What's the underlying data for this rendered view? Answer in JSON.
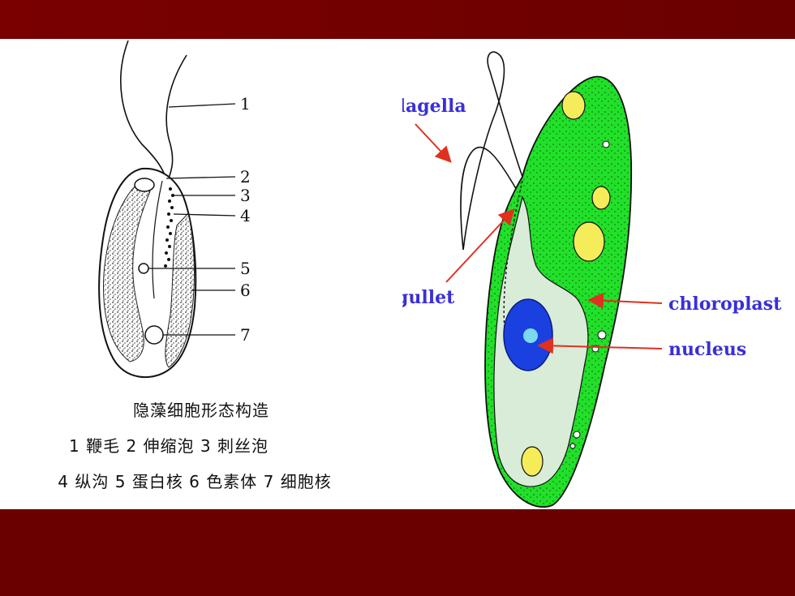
{
  "left_diagram": {
    "labels": [
      "1",
      "2",
      "3",
      "4",
      "5",
      "6",
      "7"
    ],
    "caption_title": "隐藻细胞形态构造",
    "caption_line2": "1 鞭毛 2 伸缩泡 3 刺丝泡",
    "caption_line3": "4 纵沟 5 蛋白核 6 色素体 7 细胞核"
  },
  "right_diagram": {
    "labels": {
      "flagella": "flagella",
      "gullet": "gullet",
      "chloroplast": "chloroplast",
      "nucleus": "nucleus"
    }
  },
  "colors": {
    "band": "#6a0000",
    "label_blue": "#3a2fd6",
    "arrow_red": "#e03020",
    "chloroplast_green": "#22e02a",
    "nucleus_blue": "#1a40e0",
    "pyrenoid_yellow": "#f5ec5a"
  }
}
